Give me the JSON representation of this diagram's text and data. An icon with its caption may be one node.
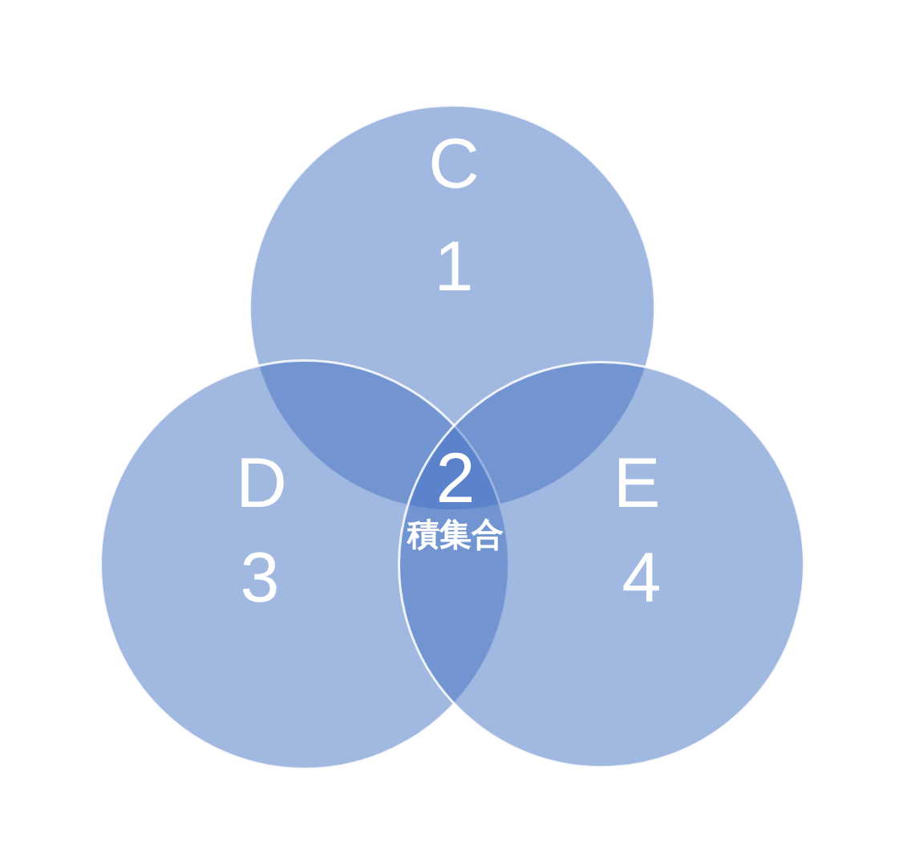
{
  "diagram": {
    "nodes": [
      {
        "text": [
          "C",
          "1"
        ]
      },
      {
        "text": [
          "D",
          "3"
        ]
      },
      {
        "text": [
          "E",
          "4"
        ]
      }
    ],
    "labels": [
      "2",
      "積集合"
    ]
  }
}
